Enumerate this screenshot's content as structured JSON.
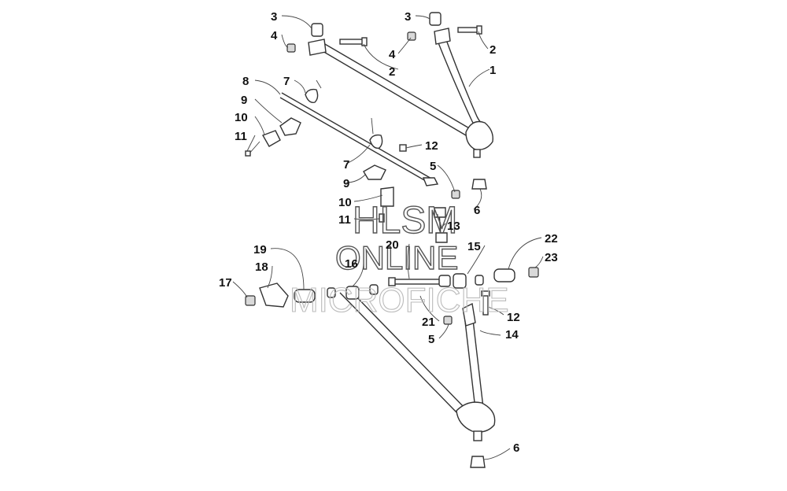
{
  "watermark": {
    "line1": "HLSM",
    "line2": "ONLINE",
    "line3": "MICROFICHE"
  },
  "callouts": {
    "c1": "1",
    "c2a": "2",
    "c2b": "2",
    "c3a": "3",
    "c3b": "3",
    "c4a": "4",
    "c4b": "4",
    "c5a": "5",
    "c5b": "5",
    "c6a": "6",
    "c6b": "6",
    "c7a": "7",
    "c7b": "7",
    "c8": "8",
    "c9a": "9",
    "c9b": "9",
    "c10a": "10",
    "c10b": "10",
    "c11a": "11",
    "c11b": "11",
    "c12a": "12",
    "c12b": "12",
    "c13": "13",
    "c14": "14",
    "c15": "15",
    "c16": "16",
    "c17": "17",
    "c18": "18",
    "c19": "19",
    "c20": "20",
    "c21": "21",
    "c22": "22",
    "c23": "23"
  }
}
